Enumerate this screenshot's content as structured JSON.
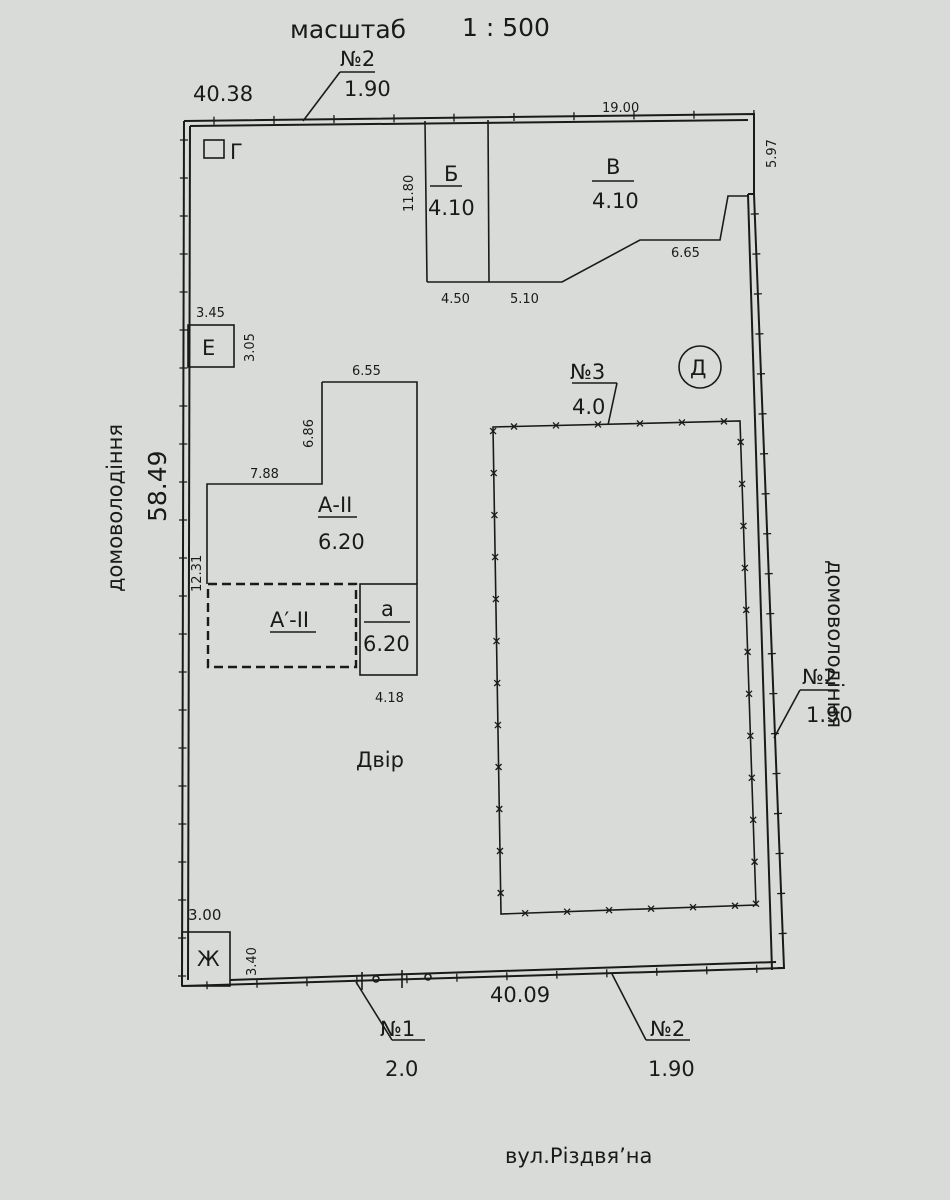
{
  "scale": {
    "label": "масштаб",
    "value": "1 : 500"
  },
  "boundary": {
    "top_length": "40.38",
    "left_length": "58.49",
    "bottom_length": "40.09",
    "right_top_offset": "5.97",
    "top_right_length": "19.00",
    "left_neighbor": "домоволодіння",
    "right_neighbor": "домоволодіння",
    "street": "вул.Різдвя’на",
    "yard": "Двір"
  },
  "fence_labels": {
    "top": {
      "number": "№2",
      "height": "1.90"
    },
    "right": {
      "number": "№2",
      "height": "1.90"
    },
    "bottom_gate": {
      "number": "№1",
      "height": "2.0"
    },
    "bottom": {
      "number": "№2",
      "height": "1.90"
    },
    "inner": {
      "number": "№3",
      "height": "4.0"
    }
  },
  "buildings": {
    "g": {
      "letter": "Г"
    },
    "b": {
      "letter": "Б",
      "height": "4.10",
      "dim_left": "11.80",
      "dim_bottom": "4.50"
    },
    "v": {
      "letter": "В",
      "height": "4.10",
      "dim_bottom": "5.10",
      "dim_inner": "6.65"
    },
    "e": {
      "letter": "Е",
      "dim_top": "3.45",
      "dim_right": "3.05"
    },
    "a": {
      "letter": "А-ІІ",
      "height": "6.20",
      "dim_top": "6.55",
      "dim_left_upper": "6.86",
      "dim_middle": "7.88",
      "dim_left_lower": "12.31"
    },
    "a_prime": {
      "letter": "А′-ІІ"
    },
    "a_small": {
      "letter": "а",
      "height": "6.20",
      "dim_bottom": "4.18"
    },
    "d": {
      "letter": "Д"
    },
    "zh": {
      "letter": "Ж",
      "dim_top": "3.00",
      "dim_right": "3.40"
    }
  }
}
